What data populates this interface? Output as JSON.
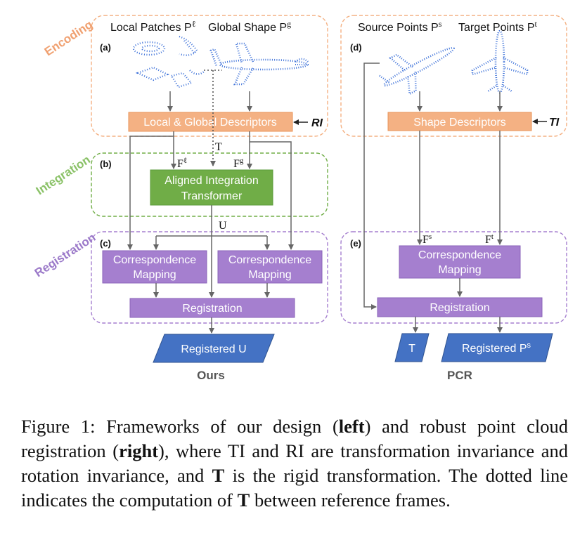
{
  "colors": {
    "encoding": "#f4b183",
    "encoding_label": "#f0a070",
    "integration": "#70ad47",
    "integration_label": "#8bc268",
    "registration": "#a57fcf",
    "registration_label": "#9b79c9",
    "output": "#4472c4",
    "points": "#3a6fd8"
  },
  "stages": {
    "encoding": "Encoding",
    "integration": "Integration",
    "registration": "Registration"
  },
  "left": {
    "header_local": "Local Patches P",
    "header_local_sup": "ℓ",
    "header_global": "Global Shape P",
    "header_global_sup": "g",
    "panel_a": "(a)",
    "panel_b": "(b)",
    "panel_c": "(c)",
    "descriptors": "Local & Global Descriptors",
    "ri": "RI",
    "t_label": "T",
    "f_local": "F",
    "f_local_sup": "ℓ",
    "f_global": "F",
    "f_global_sup": "g",
    "transformer_line1": "Aligned Integration",
    "transformer_line2": "Transformer",
    "u_label": "U",
    "corr_line1": "Correspondence",
    "corr_line2": "Mapping",
    "registration": "Registration",
    "output": "Registered U",
    "footer": "Ours"
  },
  "right": {
    "header_source": "Source Points P",
    "header_source_sup": "s",
    "header_target": "Target Points P",
    "header_target_sup": "t",
    "panel_d": "(d)",
    "panel_e": "(e)",
    "descriptors": "Shape Descriptors",
    "ti": "TI",
    "f_s": "F",
    "f_s_sup": "s",
    "f_t": "F",
    "f_t_sup": "t",
    "corr_line1": "Correspondence",
    "corr_line2": "Mapping",
    "registration": "Registration",
    "output_t": "T",
    "output_reg": "Registered P",
    "output_reg_sup": "s",
    "footer": "PCR"
  },
  "caption": {
    "prefix": "Figure 1: Frameworks of our design (",
    "bold1": "left",
    "mid1": ") and robust point cloud registration (",
    "bold2": "right",
    "mid2": "), where TI and RI are transformation invariance and rotation invariance, and ",
    "bold3": "T",
    "mid3": " is the rigid transformation. The dotted line indicates the computation of ",
    "bold4": "T",
    "suffix": " between reference frames."
  }
}
